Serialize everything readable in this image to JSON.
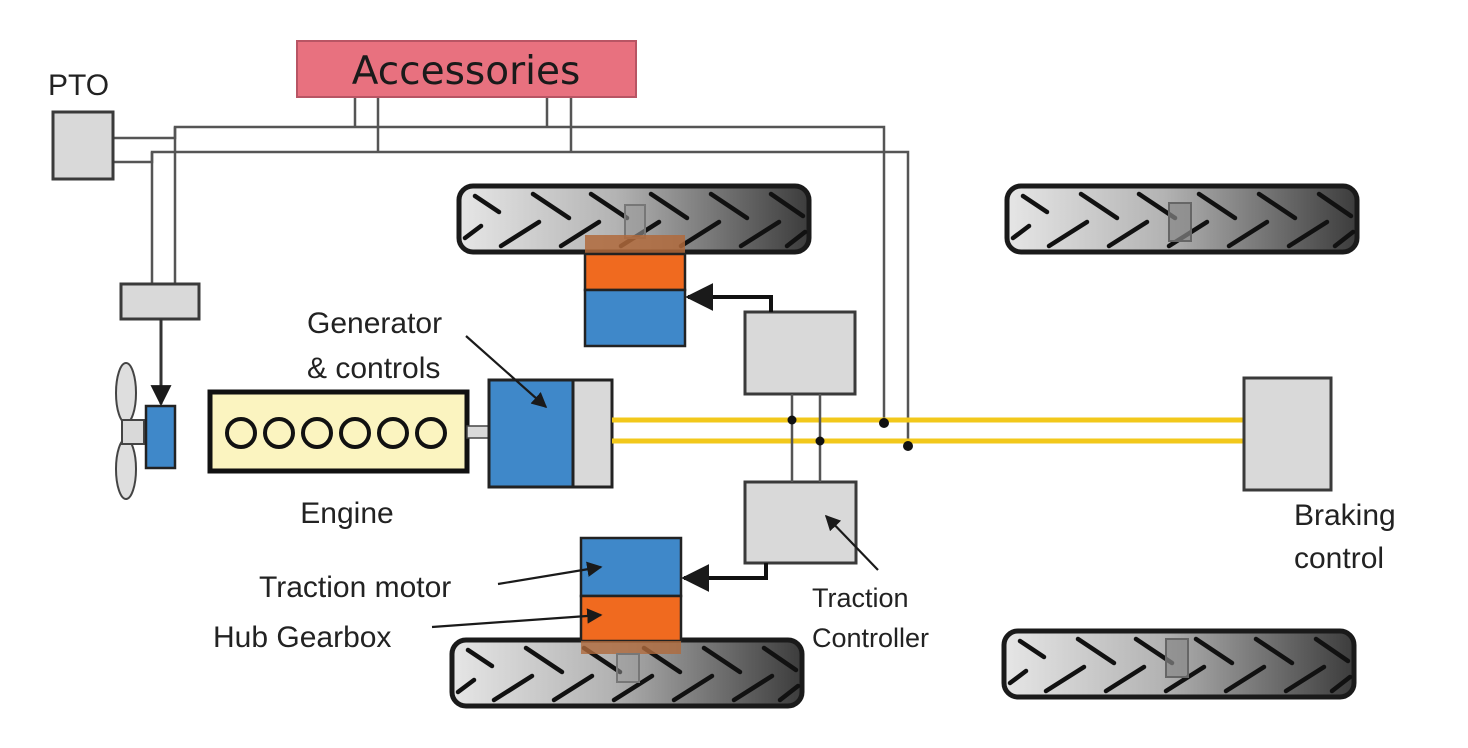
{
  "title": "Series hybrid electric drive system schematic",
  "colors": {
    "accessories_fill": "#e8717f",
    "motor_blue": "#3f88c9",
    "gearbox_orange": "#f06a1f",
    "engine_fill": "#fbf4c0",
    "box_gray": "#d9d9d9",
    "dc_bus": "#f2c81b",
    "outline": "#2b2b2b"
  },
  "labels": {
    "pto": "PTO",
    "accessories": "Accessories",
    "generator": [
      "Generator",
      "& controls"
    ],
    "engine": "Engine",
    "traction_motor": "Traction motor",
    "hub_gearbox": "Hub Gearbox",
    "traction_controller": [
      "Traction",
      "Controller"
    ],
    "braking_control": [
      "Braking",
      "control"
    ]
  },
  "components": [
    {
      "id": "pto",
      "type": "box"
    },
    {
      "id": "accessories",
      "type": "box"
    },
    {
      "id": "fan-drive",
      "type": "box"
    },
    {
      "id": "fan-motor",
      "type": "motor"
    },
    {
      "id": "cooling-fan",
      "type": "fan"
    },
    {
      "id": "engine",
      "type": "engine",
      "cylinders": 6
    },
    {
      "id": "generator",
      "type": "generator"
    },
    {
      "id": "traction-controller-front",
      "type": "controller"
    },
    {
      "id": "traction-controller-rear",
      "type": "controller"
    },
    {
      "id": "traction-motor-front",
      "type": "motor"
    },
    {
      "id": "hub-gearbox-front",
      "type": "gearbox"
    },
    {
      "id": "traction-motor-rear",
      "type": "motor"
    },
    {
      "id": "hub-gearbox-rear",
      "type": "gearbox"
    },
    {
      "id": "braking-control",
      "type": "box"
    },
    {
      "id": "wheel-front-left",
      "type": "wheel"
    },
    {
      "id": "wheel-front-right",
      "type": "wheel"
    },
    {
      "id": "wheel-rear-left",
      "type": "wheel"
    },
    {
      "id": "wheel-rear-right",
      "type": "wheel"
    }
  ],
  "connections": [
    {
      "from": "pto",
      "to": "accessories",
      "kind": "wire"
    },
    {
      "from": "pto",
      "to": "fan-drive",
      "kind": "wire"
    },
    {
      "from": "fan-drive",
      "to": "fan-motor",
      "kind": "arrow"
    },
    {
      "from": "generator",
      "to": "braking-control",
      "kind": "dc-bus"
    },
    {
      "from": "accessories",
      "to": "dc-bus",
      "kind": "wire"
    },
    {
      "from": "traction-controller-front",
      "to": "traction-motor-front",
      "kind": "arrow"
    },
    {
      "from": "traction-controller-rear",
      "to": "traction-motor-rear",
      "kind": "arrow"
    },
    {
      "from": "dc-bus",
      "to": "traction-controller-front",
      "kind": "wire"
    },
    {
      "from": "dc-bus",
      "to": "traction-controller-rear",
      "kind": "wire"
    }
  ]
}
